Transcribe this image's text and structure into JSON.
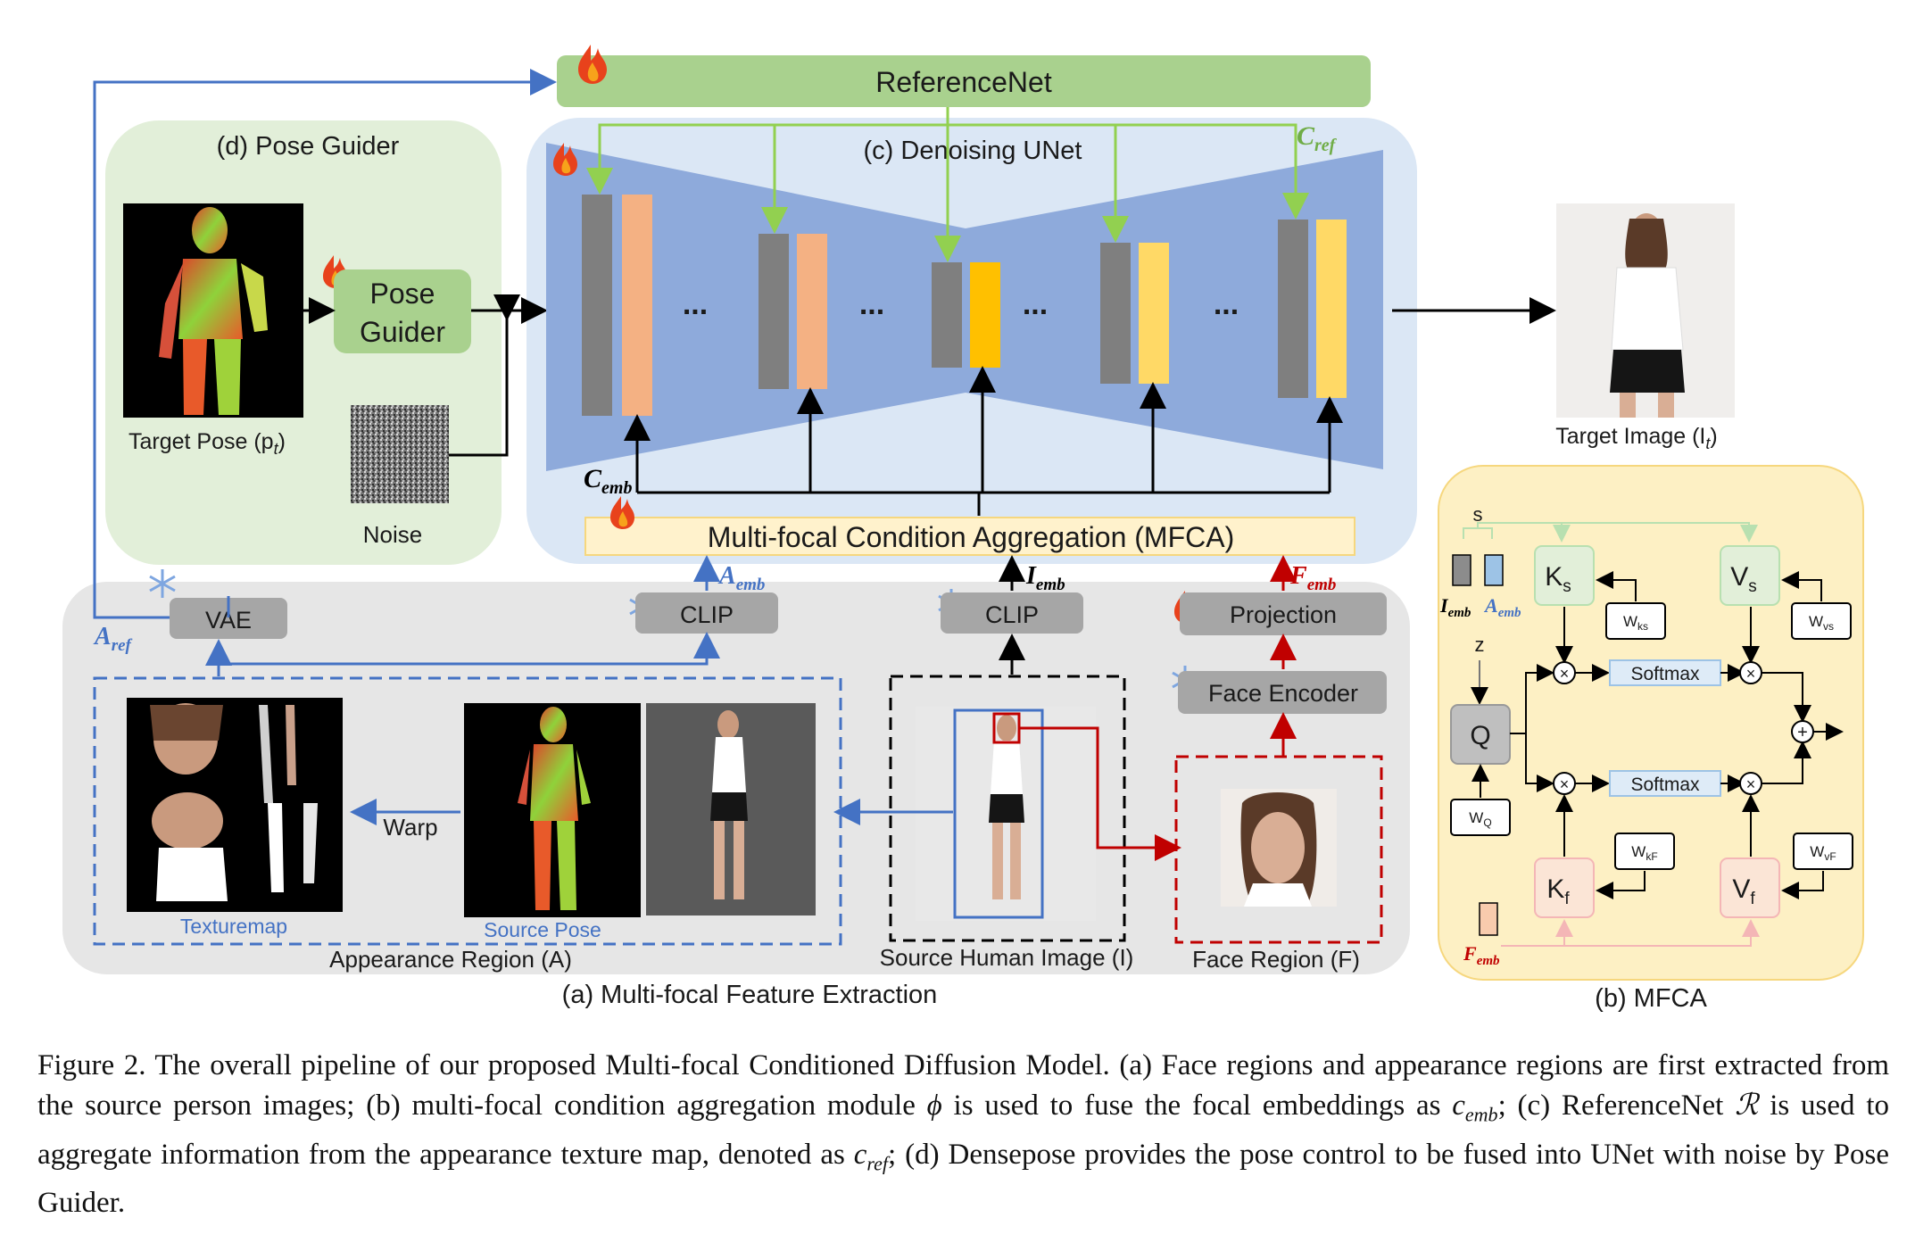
{
  "figure": {
    "reference_net": "ReferenceNet",
    "pose_guider_panel": "(d) Pose Guider",
    "pose_guider_block": [
      "Pose",
      "Guider"
    ],
    "target_pose": "Target Pose (p",
    "target_pose_sub": "t",
    "noise": "Noise",
    "unet_panel": "(c) Denoising UNet",
    "c_ref": "C",
    "c_ref_sub": "ref",
    "c_emb": "C",
    "c_emb_sub": "emb",
    "ellipsis": "...",
    "mfca_block": "Multi-focal Condition Aggregation (MFCA)",
    "target_image": "Target Image (I",
    "target_image_sub": "t",
    "vae": "VAE",
    "clip": "CLIP",
    "projection": "Projection",
    "face_encoder": "Face Encoder",
    "a_ref": "A",
    "a_ref_sub": "ref",
    "a_emb": "A",
    "a_emb_sub": "emb",
    "i_emb": "I",
    "i_emb_sub": "emb",
    "f_emb": "F",
    "f_emb_sub": "emb",
    "warp": "Warp",
    "texturemap": "Texturemap",
    "source_pose": "Source Pose",
    "appearance_region": "Appearance Region (A)",
    "source_human_image": "Source Human Image (I)",
    "face_region": "Face Region (F)",
    "feature_extraction_panel": "(a) Multi-focal Feature Extraction",
    "mfca_panel": "(b) MFCA",
    "mfca": {
      "s": "s",
      "z": "z",
      "q": "Q",
      "ks": "K",
      "ks_sub": "s",
      "vs": "V",
      "vs_sub": "s",
      "kf": "K",
      "kf_sub": "f",
      "vf": "V",
      "vf_sub": "f",
      "softmax": "Softmax",
      "wks": "W",
      "wks_sub": "ks",
      "wvs": "W",
      "wvs_sub": "vs",
      "wq": "W",
      "wq_sub": "Q",
      "wkf": "W",
      "wkf_sub": "kF",
      "wvf": "W",
      "wvf_sub": "vF",
      "times": "×",
      "plus": "+"
    }
  },
  "caption": {
    "p1": "Figure 2. The overall pipeline of our proposed Multi-focal Conditioned Diffusion Model. (a) Face regions and appearance regions are first extracted from the source person images; (b) multi-focal condition aggregation module ",
    "phi": "ϕ",
    "p2": " is used to fuse the focal embeddings as ",
    "cemb": "c",
    "cemb_sub": "emb",
    "p3": "; (c) ReferenceNet ",
    "R": "ℛ",
    "p4": " is used to aggregate information from the appearance texture map, denoted as ",
    "cref": "c",
    "cref_sub": "ref",
    "p5": "; (d) Densepose provides the pose control to be fused into UNet with noise by Pose Guider."
  },
  "colors": {
    "referencenet": "#a9d18e",
    "pose_panel": "#e2efd9",
    "unet_panel": "#dbe7f5",
    "unet_shape": "#8eaadb",
    "extraction_panel": "#e6e6e6",
    "mfca_panel": "#fdf0c4",
    "blue_arrow": "#4472c4",
    "red_arrow": "#c00000",
    "green_arrow": "#92d050"
  }
}
